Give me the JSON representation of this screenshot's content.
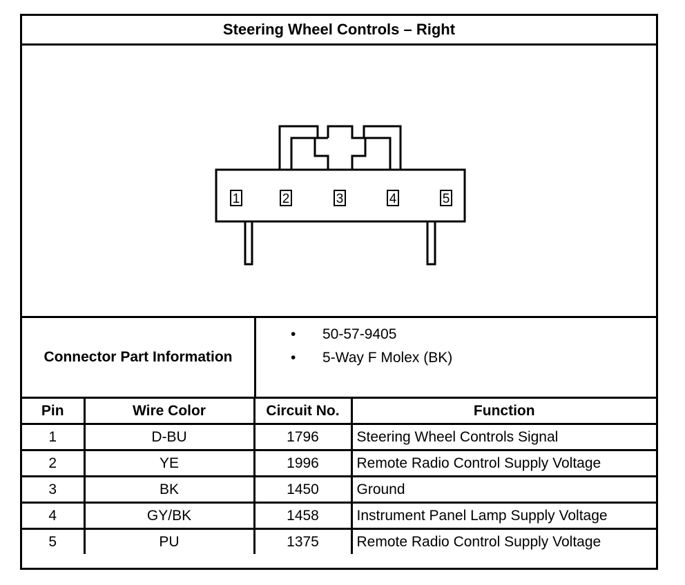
{
  "title": "Steering Wheel Controls – Right",
  "connector": {
    "pin_labels": [
      "1",
      "2",
      "3",
      "4",
      "5"
    ]
  },
  "part_info": {
    "label": "Connector Part Information",
    "bullet": "•",
    "items": [
      "50-57-9405",
      "5-Way F Molex (BK)"
    ]
  },
  "table": {
    "headers": [
      "Pin",
      "Wire Color",
      "Circuit No.",
      "Function"
    ],
    "rows": [
      {
        "pin": "1",
        "wire": "D-BU",
        "circuit": "1796",
        "function": "Steering Wheel Controls Signal"
      },
      {
        "pin": "2",
        "wire": "YE",
        "circuit": "1996",
        "function": "Remote Radio Control Supply Voltage"
      },
      {
        "pin": "3",
        "wire": "BK",
        "circuit": "1450",
        "function": "Ground"
      },
      {
        "pin": "4",
        "wire": "GY/BK",
        "circuit": "1458",
        "function": "Instrument Panel Lamp Supply Voltage"
      },
      {
        "pin": "5",
        "wire": "PU",
        "circuit": "1375",
        "function": "Remote Radio Control Supply Voltage"
      }
    ]
  }
}
